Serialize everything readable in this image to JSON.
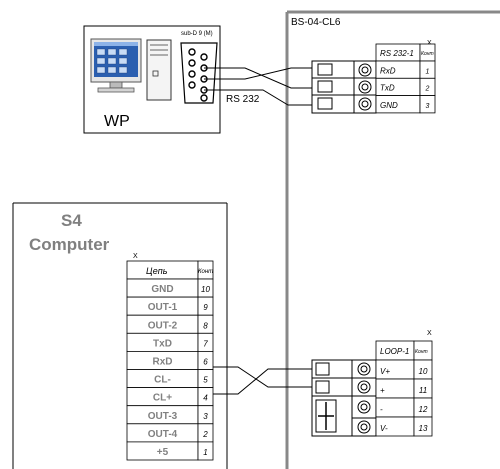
{
  "wp": {
    "label": "WP",
    "connector_label": "sub-D 9 (M)",
    "cable_label": "RS 232"
  },
  "bs": {
    "title": "BS-04-CL6",
    "rs232": {
      "corner": "X",
      "header_name": "RS 232-1",
      "header_contact": "Конт",
      "rows": [
        {
          "name": "RxD",
          "num": "1"
        },
        {
          "name": "TxD",
          "num": "2"
        },
        {
          "name": "GND",
          "num": "3"
        }
      ]
    },
    "loop": {
      "corner": "X",
      "header_name": "LOOP-1",
      "header_contact": "Конт",
      "rows": [
        {
          "name": "V+",
          "num": "10"
        },
        {
          "name": "+",
          "num": "11"
        },
        {
          "name": "-",
          "num": "12"
        },
        {
          "name": "V-",
          "num": "13"
        }
      ]
    }
  },
  "computer": {
    "title_line1": "S4",
    "title_line2": "Computer",
    "corner": "X",
    "header_name": "Цепь",
    "header_contact": "Конт",
    "rows": [
      {
        "name": "GND",
        "num": "10"
      },
      {
        "name": "OUT-1",
        "num": "9"
      },
      {
        "name": "OUT-2",
        "num": "8"
      },
      {
        "name": "TxD",
        "num": "7"
      },
      {
        "name": "RxD",
        "num": "6"
      },
      {
        "name": "CL-",
        "num": "5"
      },
      {
        "name": "CL+",
        "num": "4"
      },
      {
        "name": "OUT-3",
        "num": "3"
      },
      {
        "name": "OUT-4",
        "num": "2"
      },
      {
        "name": "+5",
        "num": "1"
      }
    ]
  }
}
